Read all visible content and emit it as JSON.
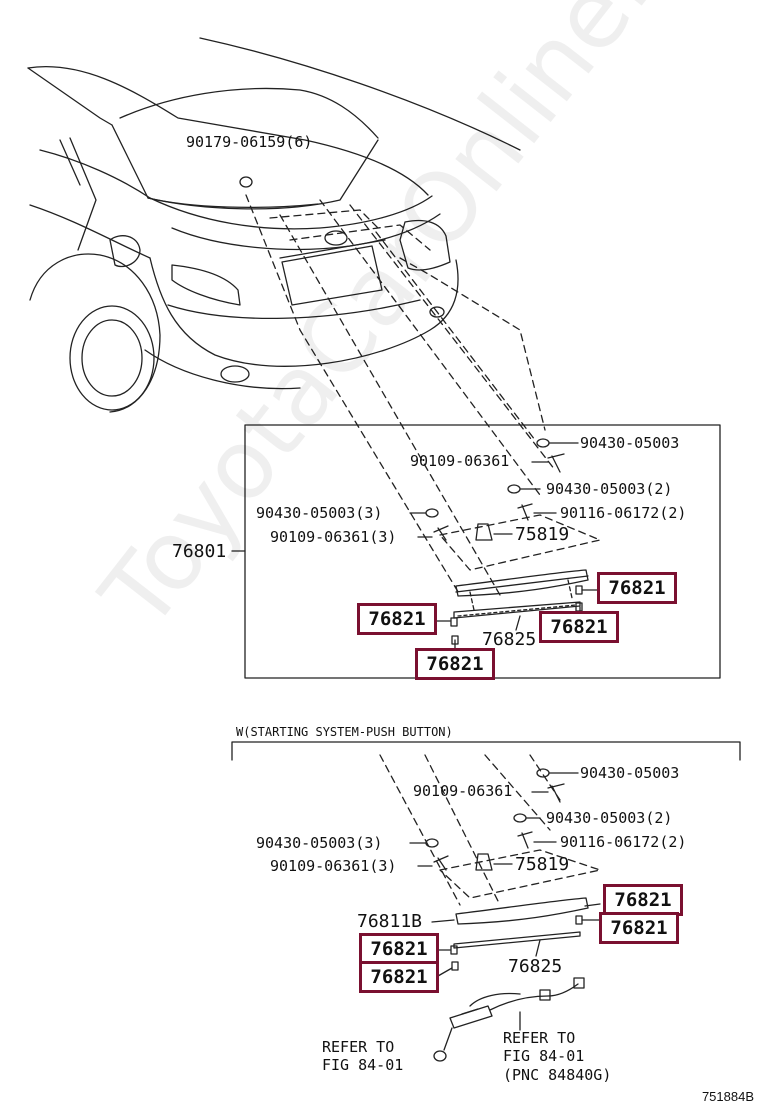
{
  "watermark": "ToyotaCarOnline.ru",
  "diagram_code": "751884B",
  "upper": {
    "labels": {
      "top_screw": "90179-06159(6)",
      "nut_a": "90430-05003",
      "bolt_a": "90109-06361",
      "nut_b": "90430-05003(2)",
      "nut_left": "90430-05003(3)",
      "bolt_b": "90116-06172(2)",
      "bolt_left": "90109-06361(3)",
      "clip": "75819",
      "assembly": "76801",
      "strip": "76825"
    },
    "highlights": [
      "76821",
      "76821",
      "76821",
      "76821"
    ]
  },
  "lower": {
    "header": "W(STARTING SYSTEM-PUSH BUTTON)",
    "labels": {
      "nut_a": "90430-05003",
      "bolt_a": "90109-06361",
      "nut_b": "90430-05003(2)",
      "nut_left": "90430-05003(3)",
      "bolt_b": "90116-06172(2)",
      "bolt_left": "90109-06361(3)",
      "clip": "75819",
      "garnish": "76811B",
      "strip": "76825",
      "refer_left_1": "REFER TO",
      "refer_left_2": "FIG 84-01",
      "refer_right_1": "REFER TO",
      "refer_right_2": "FIG 84-01",
      "refer_right_3": "(PNC 84840G)"
    },
    "highlights": [
      "76821",
      "76821",
      "76821",
      "76821"
    ]
  },
  "colors": {
    "highlight": "#7a1030",
    "line": "#222222"
  }
}
